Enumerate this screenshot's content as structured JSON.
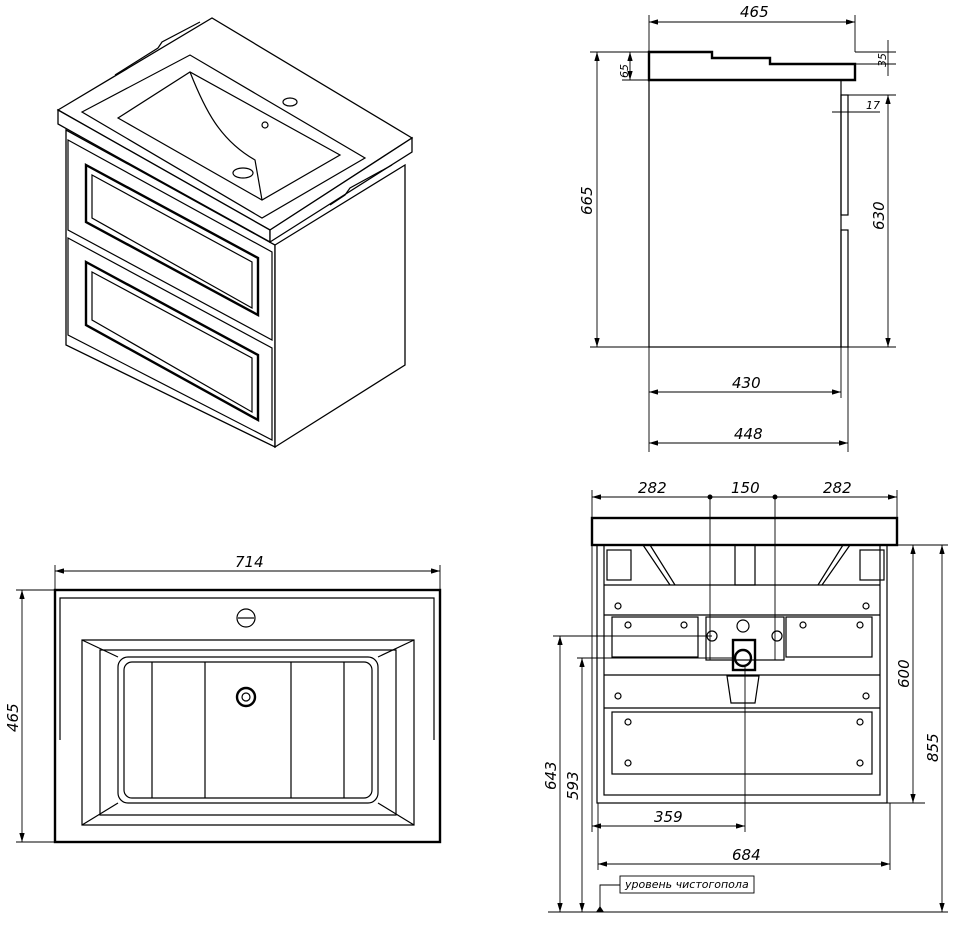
{
  "side_view": {
    "width_top": "465",
    "height_total": "665",
    "top_thickness": "65",
    "edge_thickness": "35",
    "facade_offset": "17",
    "facade_height": "630",
    "depth_body": "430",
    "depth_total": "448"
  },
  "top_view": {
    "width": "714",
    "depth": "465"
  },
  "front_view": {
    "left_offset": "282",
    "pipe_spacing": "150",
    "right_offset": "282",
    "body_height": "600",
    "top_height_from_floor": "855",
    "pipe_height_upper": "643",
    "pipe_height_lower": "593",
    "drain_offset": "359",
    "body_width": "684",
    "floor_label": "уровень чистогопола"
  }
}
